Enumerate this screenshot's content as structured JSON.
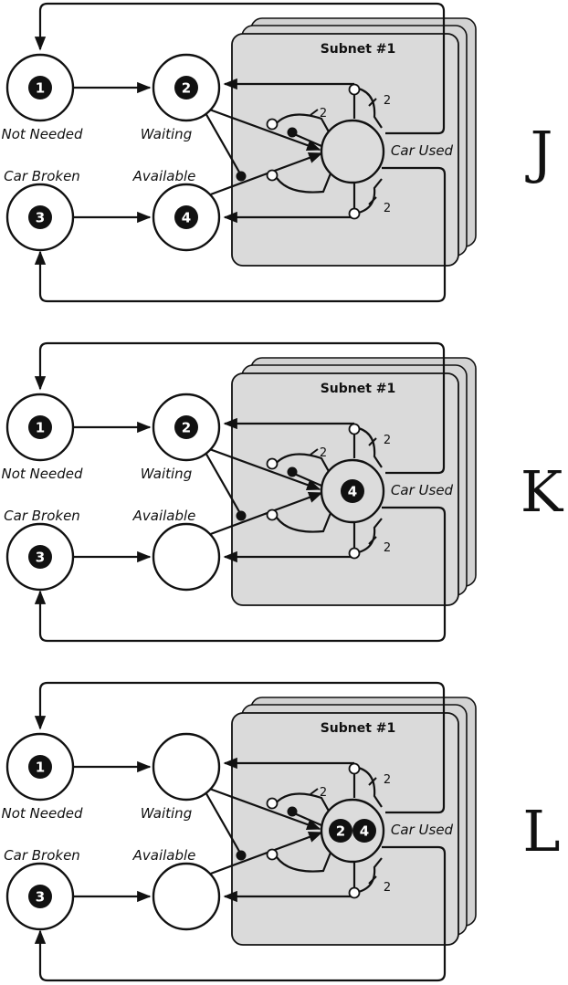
{
  "panels": [
    {
      "letter": "J",
      "subnet_title": "Subnet #1",
      "places": {
        "not_needed": {
          "label": "Not Needed",
          "tokens": [
            "1"
          ]
        },
        "waiting": {
          "label": "Waiting",
          "tokens": [
            "2"
          ]
        },
        "car_broken": {
          "label": "Car Broken",
          "tokens": [
            "3"
          ]
        },
        "available": {
          "label": "Available",
          "tokens": [
            "4"
          ]
        },
        "car_used": {
          "label": "Car Used",
          "tokens": []
        }
      },
      "multiplicities": [
        "2",
        "2",
        "2"
      ]
    },
    {
      "letter": "K",
      "subnet_title": "Subnet #1",
      "places": {
        "not_needed": {
          "label": "Not Needed",
          "tokens": [
            "1"
          ]
        },
        "waiting": {
          "label": "Waiting",
          "tokens": [
            "2"
          ]
        },
        "car_broken": {
          "label": "Car Broken",
          "tokens": [
            "3"
          ]
        },
        "available": {
          "label": "Available",
          "tokens": []
        },
        "car_used": {
          "label": "Car Used",
          "tokens": [
            "4"
          ]
        }
      },
      "multiplicities": [
        "2",
        "2",
        "2"
      ]
    },
    {
      "letter": "L",
      "subnet_title": "Subnet #1",
      "places": {
        "not_needed": {
          "label": "Not Needed",
          "tokens": [
            "1"
          ]
        },
        "waiting": {
          "label": "Waiting",
          "tokens": []
        },
        "car_broken": {
          "label": "Car Broken",
          "tokens": [
            "3"
          ]
        },
        "available": {
          "label": "Available",
          "tokens": []
        },
        "car_used": {
          "label": "Car Used",
          "tokens": [
            "2",
            "4"
          ]
        }
      },
      "multiplicities": [
        "2",
        "2",
        "2"
      ]
    }
  ]
}
